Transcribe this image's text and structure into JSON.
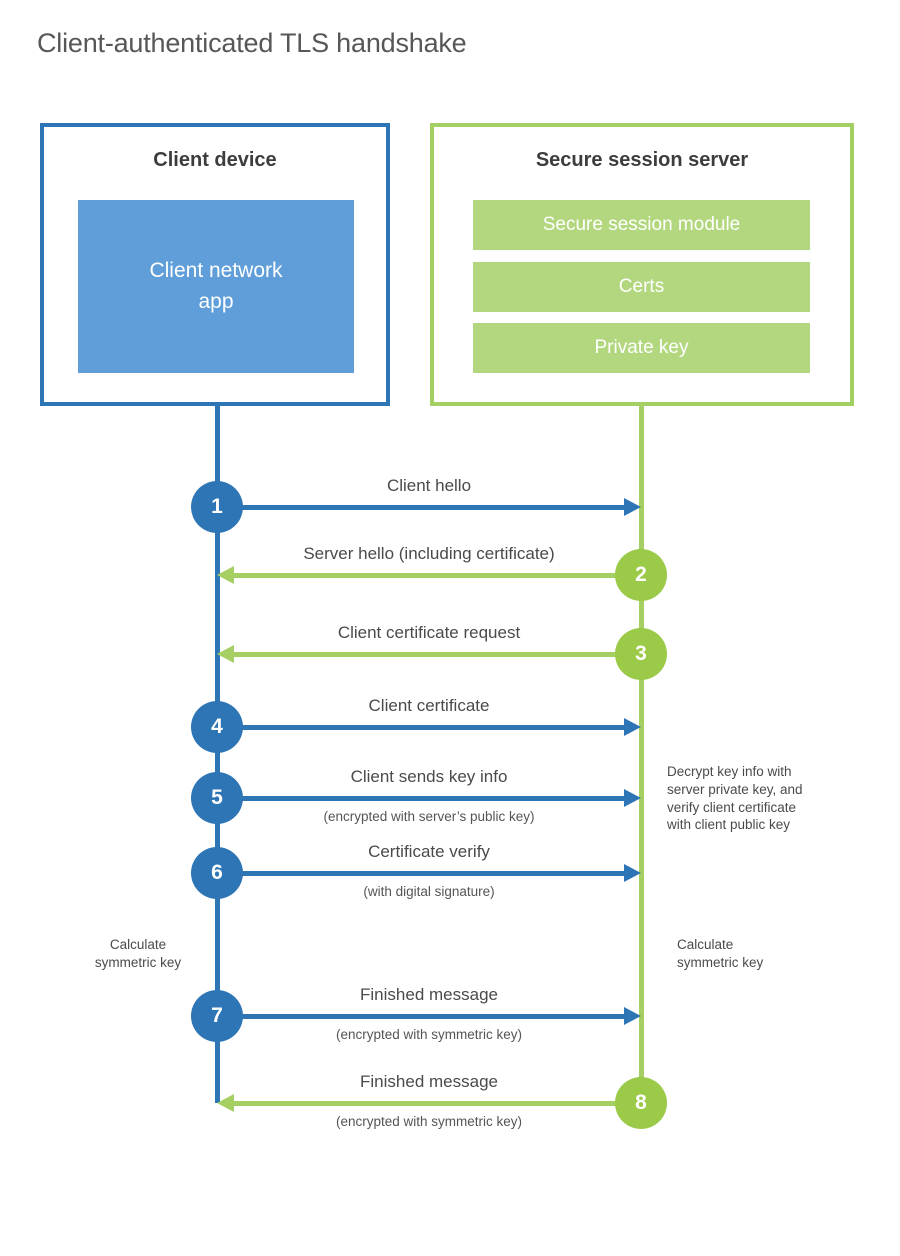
{
  "title": "Client-authenticated TLS handshake",
  "colors": {
    "blue": "#2e75b6",
    "blue_fill": "#5f9ed8",
    "green": "#a5cf63",
    "green_circle": "#9bca48",
    "green_fill": "#b3d77f"
  },
  "client_box": {
    "title": "Client device",
    "app_label": "Client network\napp"
  },
  "server_box": {
    "title": "Secure session server",
    "modules": [
      "Secure session module",
      "Certs",
      "Private key"
    ]
  },
  "steps": [
    {
      "num": "1",
      "from": "client",
      "label": "Client hello",
      "sublabel": ""
    },
    {
      "num": "2",
      "from": "server",
      "label": "Server hello (including certificate)",
      "sublabel": ""
    },
    {
      "num": "3",
      "from": "server",
      "label": "Client certificate request",
      "sublabel": ""
    },
    {
      "num": "4",
      "from": "client",
      "label": "Client certificate",
      "sublabel": ""
    },
    {
      "num": "5",
      "from": "client",
      "label": "Client sends key info",
      "sublabel": "(encrypted with server’s public key)"
    },
    {
      "num": "6",
      "from": "client",
      "label": "Certificate verify",
      "sublabel": "(with digital signature)"
    },
    {
      "num": "7",
      "from": "client",
      "label": "Finished message",
      "sublabel": "(encrypted with symmetric key)"
    },
    {
      "num": "8",
      "from": "server",
      "label": "Finished message",
      "sublabel": "(encrypted with symmetric key)"
    }
  ],
  "notes": {
    "decrypt": "Decrypt key info with\nserver private key, and\nverify client certificate\nwith client public key",
    "calc_left": "Calculate\nsymmetric key",
    "calc_right": "Calculate\nsymmetric key"
  }
}
